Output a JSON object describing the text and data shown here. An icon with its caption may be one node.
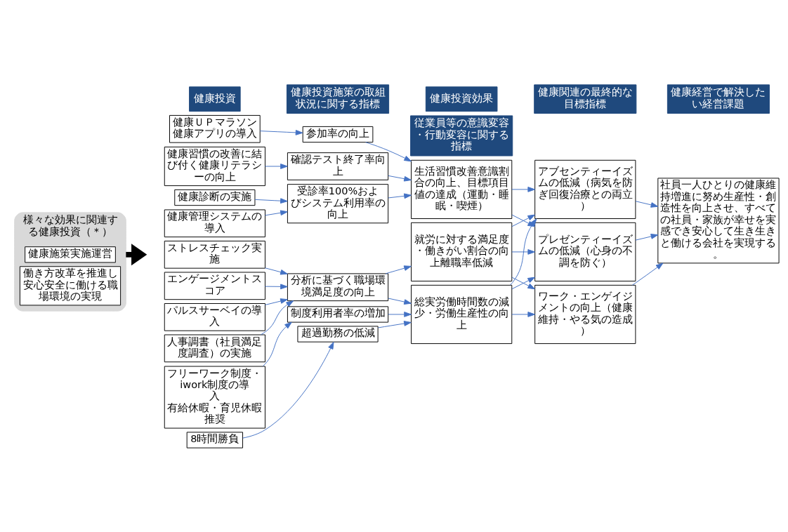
{
  "diagram": {
    "nodes": [
      {
        "text": [
          "健康投資"
        ]
      },
      {
        "text": [
          "健康投資効果"
        ]
      },
      {
        "text": [
          "健康投資施策の取組状況に関する指標"
        ]
      },
      {
        "text": [
          "従業員等の意識変容・行動変容に関する指標"
        ]
      },
      {
        "text": [
          "健康関連の最終的な目標指標"
        ]
      },
      {
        "text": [
          "健康経営で解決したい経営課題"
        ]
      },
      {
        "text": [
          "様々な効果に関連する健康投資（＊）"
        ]
      },
      {
        "text": [
          "健康施策実施運営"
        ],
        "in": 6
      },
      {
        "text": [
          "働き方改革を推進し安心安全に働ける職場環境の実現"
        ],
        "in": 6
      },
      {
        "text": [
          "健康ＵＰマラソン",
          "健康アプリの導入"
        ]
      },
      {
        "text": [
          "健康習慣の改善に結び付く健康リテラシーの向上"
        ]
      },
      {
        "text": [
          "健康診断の実施"
        ]
      },
      {
        "text": [
          "健康管理システムの導入"
        ]
      },
      {
        "text": [
          "ストレスチェック実施"
        ]
      },
      {
        "text": [
          "エンゲージメントスコア"
        ]
      },
      {
        "text": [
          "パルスサーベイの導入"
        ]
      },
      {
        "text": [
          "人事調書（社員満足度調査）の実施"
        ]
      },
      {
        "text": [
          "フリーワーク制度・iwork制度の導入",
          "有給休暇・育児休暇推奨"
        ]
      },
      {
        "text": [
          "8時間勝負"
        ]
      },
      {
        "text": [
          "参加率の向上"
        ]
      },
      {
        "text": [
          "確認テスト終了率向上"
        ]
      },
      {
        "text": [
          "受診率100%およびシステム利用率の向上"
        ]
      },
      {
        "text": [
          "分析に基づく職場環境満足度の向上"
        ]
      },
      {
        "text": [
          "制度利用者率の増加"
        ]
      },
      {
        "text": [
          "超過勤務の低減"
        ]
      },
      {
        "text": [
          "生活習慣改善意識割合の向上、目標項目値の達成（運動・睡眠・喫煙）"
        ]
      },
      {
        "text": [
          "就労に対する満足度・働きがい割合の向上離職率低減"
        ]
      },
      {
        "text": [
          "総実労働時間数の減少・労働生産性の向上"
        ]
      },
      {
        "text": [
          "アブセンティーイズムの低減（病気を防ぎ回復治療との両立）"
        ]
      },
      {
        "text": [
          "プレゼンティーイズムの低減（心身の不調を防ぐ）"
        ]
      },
      {
        "text": [
          "ワーク・エンゲイジメントの向上（健康維持・やる気の造成）"
        ]
      },
      {
        "text": [
          "社員一人ひとりの健康維持増進に努め生産性・創造性を向上させ、すべての社員・家族が幸せを実感でき安心して生き生きと働ける会社を実現する。"
        ]
      }
    ],
    "edges": [
      {
        "from": 6,
        "to": null,
        "arrow": "to",
        "style": "thick",
        "color": "#000000"
      },
      {
        "from": 9,
        "to": 19,
        "arrow": "to"
      },
      {
        "from": 10,
        "to": 20,
        "arrow": "to"
      },
      {
        "from": 11,
        "to": 21,
        "arrow": "to"
      },
      {
        "from": 12,
        "to": 21,
        "arrow": "to"
      },
      {
        "from": 13,
        "to": 22,
        "arrow": "to"
      },
      {
        "from": 14,
        "to": 22,
        "arrow": "to"
      },
      {
        "from": 15,
        "to": 22,
        "arrow": "to"
      },
      {
        "from": 16,
        "to": 22,
        "arrow": "to"
      },
      {
        "from": 17,
        "to": 23,
        "arrow": "to"
      },
      {
        "from": 18,
        "to": 24,
        "arrow": "to"
      },
      {
        "from": 19,
        "to": 25,
        "arrow": "to"
      },
      {
        "from": 20,
        "to": 25,
        "arrow": "to"
      },
      {
        "from": 21,
        "to": 25,
        "arrow": "to"
      },
      {
        "from": 22,
        "to": 26,
        "arrow": "to"
      },
      {
        "from": 22,
        "to": 27,
        "arrow": "to"
      },
      {
        "from": 23,
        "to": 27,
        "arrow": "to"
      },
      {
        "from": 24,
        "to": 27,
        "arrow": "to"
      },
      {
        "from": 25,
        "to": 28,
        "arrow": "to"
      },
      {
        "from": 25,
        "to": 29,
        "arrow": "to"
      },
      {
        "from": 26,
        "to": 28,
        "arrow": "to"
      },
      {
        "from": 26,
        "to": 29,
        "arrow": "to"
      },
      {
        "from": 26,
        "to": 30,
        "arrow": "to"
      },
      {
        "from": 27,
        "to": 28,
        "arrow": "to"
      },
      {
        "from": 27,
        "to": 29,
        "arrow": "to"
      },
      {
        "from": 27,
        "to": 30,
        "arrow": "to"
      },
      {
        "from": 28,
        "to": 31,
        "arrow": "to"
      },
      {
        "from": 29,
        "to": 31,
        "arrow": "to"
      },
      {
        "from": 30,
        "to": 31,
        "arrow": "to"
      }
    ]
  }
}
